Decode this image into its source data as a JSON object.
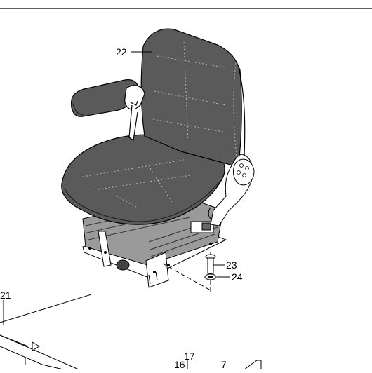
{
  "callouts": {
    "backrest": "22",
    "bolt": "23",
    "washer": "24",
    "left_rail": "21",
    "part_17": "17",
    "part_16": "16",
    "part_7": "7"
  },
  "colors": {
    "upholstery": "#5a5a5a",
    "line": "#000000",
    "metal": "#ffffff"
  }
}
